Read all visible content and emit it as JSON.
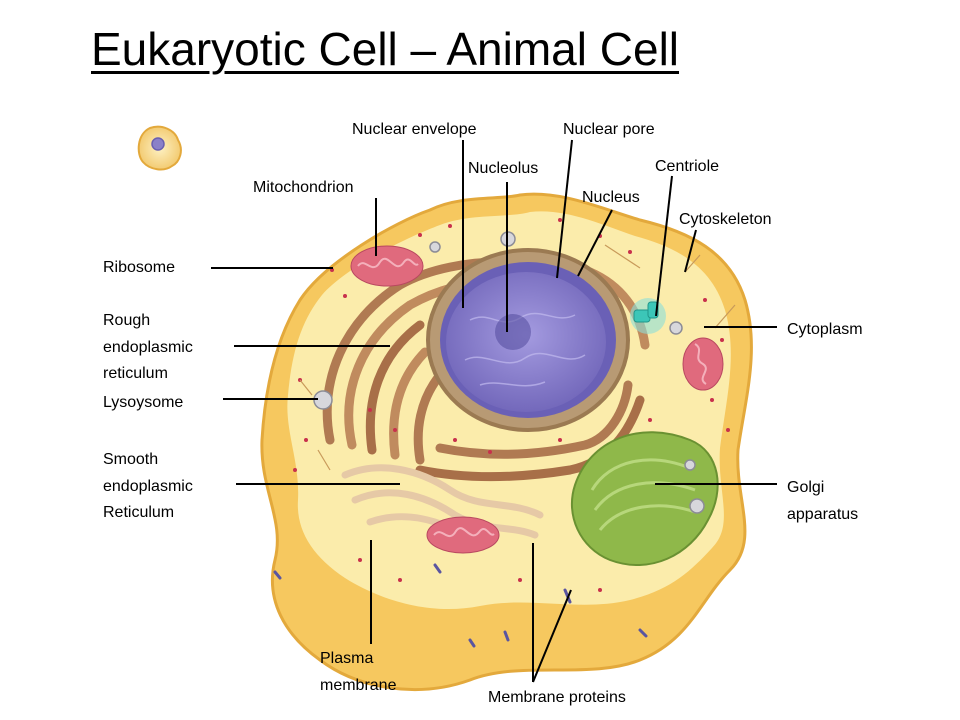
{
  "title": "Eukaryotic Cell – Animal Cell",
  "labels": {
    "nuclear_envelope": "Nuclear envelope",
    "nuclear_pore": "Nuclear pore",
    "nucleolus": "Nucleolus",
    "centriole": "Centriole",
    "mitochondrion": "Mitochondrion",
    "nucleus": "Nucleus",
    "cytoskeleton": "Cytoskeleton",
    "ribosome": "Ribosome",
    "rough_er": "Rough\nendoplasmic\nreticulum",
    "cytoplasm": "Cytoplasm",
    "lysosome": "Lysoysome",
    "smooth_er": "Smooth\nendoplasmic\nReticulum",
    "golgi": "Golgi\napparatus",
    "plasma_membrane": "Plasma\nmembrane",
    "membrane_proteins": "Membrane proteins"
  },
  "colors": {
    "membrane": "#f6c85f",
    "cytoplasm": "#fbecab",
    "nucleus": "#8a80c8",
    "er": "#b07a52",
    "golgi": "#8fb84a",
    "mitochondria": "#e06a7d",
    "ribosome": "#c8314c",
    "centriole": "#3cc6b8"
  }
}
